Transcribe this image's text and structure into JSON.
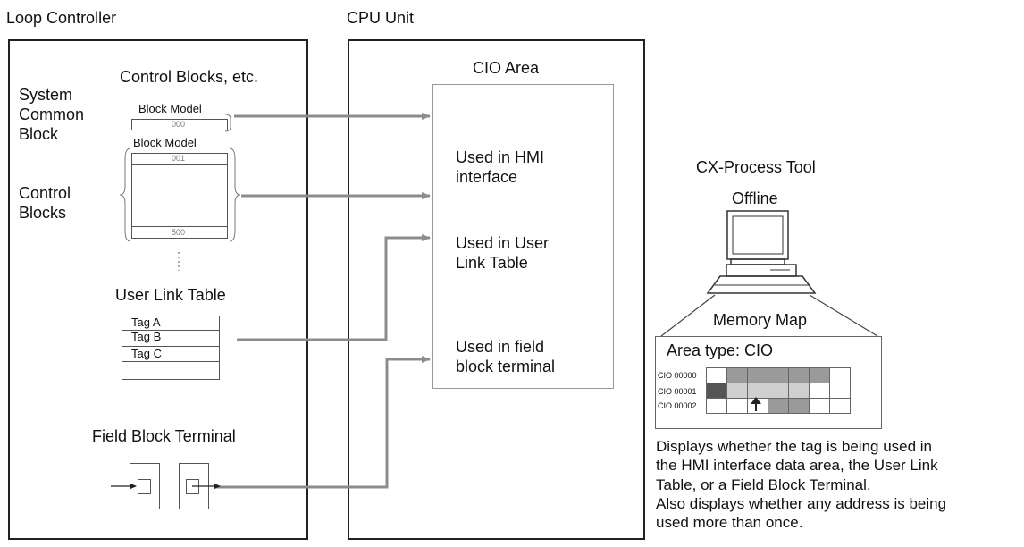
{
  "loop_controller": {
    "title": "Loop Controller",
    "control_blocks_heading": "Control Blocks, etc.",
    "system_common_block": [
      "System",
      "Common",
      "Block"
    ],
    "control_blocks": [
      "Control",
      "Blocks"
    ],
    "block_model_1": {
      "label": "Block Model",
      "number": "000"
    },
    "block_model_2": {
      "label": "Block Model",
      "top_number": "001",
      "bottom_number": "500"
    },
    "user_link_table": {
      "title": "User Link Table",
      "rows": [
        "Tag A",
        "Tag B",
        "Tag C"
      ]
    },
    "field_block_terminal": {
      "title": "Field Block Terminal"
    }
  },
  "cpu_unit": {
    "title": "CPU Unit",
    "cio_area": "CIO Area",
    "hmi": [
      "Used in HMI",
      "interface"
    ],
    "user_link": [
      "Used in User",
      "Link Table"
    ],
    "field_block": [
      "Used in field",
      "block terminal"
    ]
  },
  "cx_process_tool": {
    "title": "CX-Process Tool",
    "mode": "Offline",
    "memory_map_title": "Memory Map",
    "area_type": "Area type: CIO",
    "rows": [
      "CIO 00000",
      "CIO 00001",
      "CIO 00002"
    ],
    "cell_shades": [
      [
        "w",
        "m",
        "m",
        "m",
        "m",
        "m",
        "w"
      ],
      [
        "d",
        "l",
        "l",
        "l",
        "l",
        "w",
        "w"
      ],
      [
        "w",
        "w",
        "w",
        "m",
        "m",
        "w",
        "w"
      ]
    ],
    "description": [
      "Displays whether the tag is being used in",
      "the HMI interface data area, the User Link",
      "Table, or a Field Block Terminal.",
      "Also displays whether any address is being",
      "used more than once."
    ]
  },
  "colors": {
    "arrow": "#8c8c8c",
    "border": "#222222",
    "cell_dark": "#555555",
    "cell_mid": "#9a9a9a",
    "cell_light": "#cfcfcf"
  }
}
